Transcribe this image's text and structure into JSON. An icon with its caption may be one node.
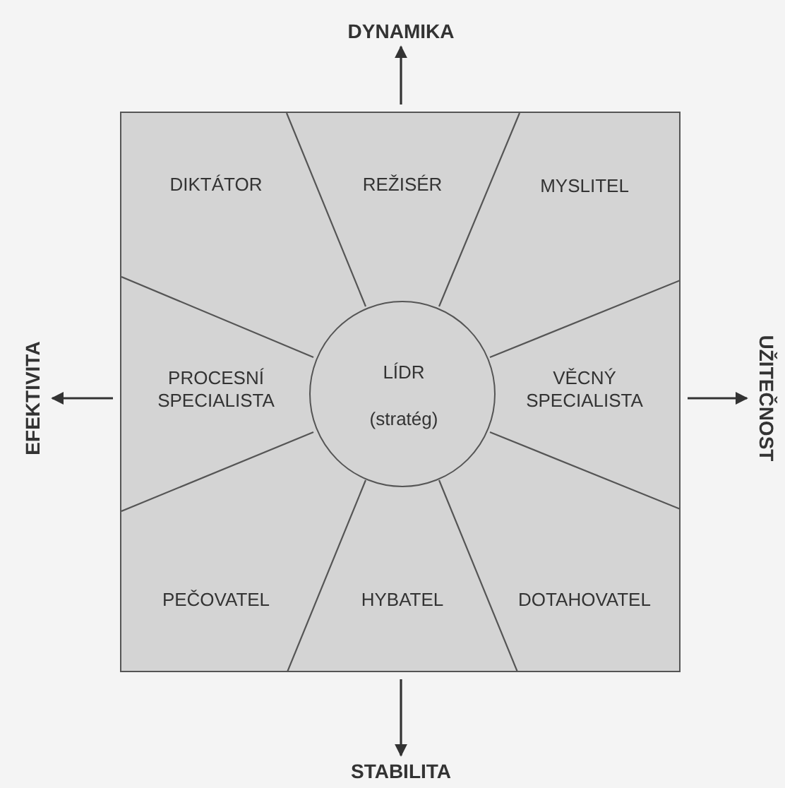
{
  "diagram": {
    "nodes": [
      {
        "text": [
          "DYNAMIKA"
        ]
      },
      {
        "text": [],
        "shape": "box"
      },
      {
        "text": [
          "DIKTÁTOR"
        ],
        "in": 1
      },
      {
        "text": [
          "REŽISÉR"
        ],
        "in": 1
      },
      {
        "text": [
          "MYSLITEL"
        ],
        "in": 1
      },
      {
        "text": [
          "PROCESNÍ SPECIALISTA"
        ],
        "in": 1
      },
      {
        "text": [
          "LÍDR",
          "(stratég)"
        ],
        "in": 1
      },
      {
        "text": [
          "VĚCNÝ SPECIALISTA"
        ],
        "in": 1
      },
      {
        "text": [
          "PEČOVATEL"
        ],
        "in": 1
      },
      {
        "text": [
          "HYBATEL"
        ],
        "in": 1
      },
      {
        "text": [
          "DOTAHOVATEL"
        ],
        "in": 1
      },
      {
        "text": [
          "EFEKTIVITA"
        ]
      },
      {
        "text": [
          "UŽITEČNOST"
        ]
      },
      {
        "text": [
          "STABILITA"
        ]
      }
    ],
    "edges": [
      {
        "from": 1,
        "to": 0,
        "arrow": "to"
      },
      {
        "from": 1,
        "to": 11,
        "arrow": "to"
      },
      {
        "from": 1,
        "to": 12,
        "arrow": "to"
      },
      {
        "from": 1,
        "to": 13,
        "arrow": "to"
      }
    ]
  }
}
